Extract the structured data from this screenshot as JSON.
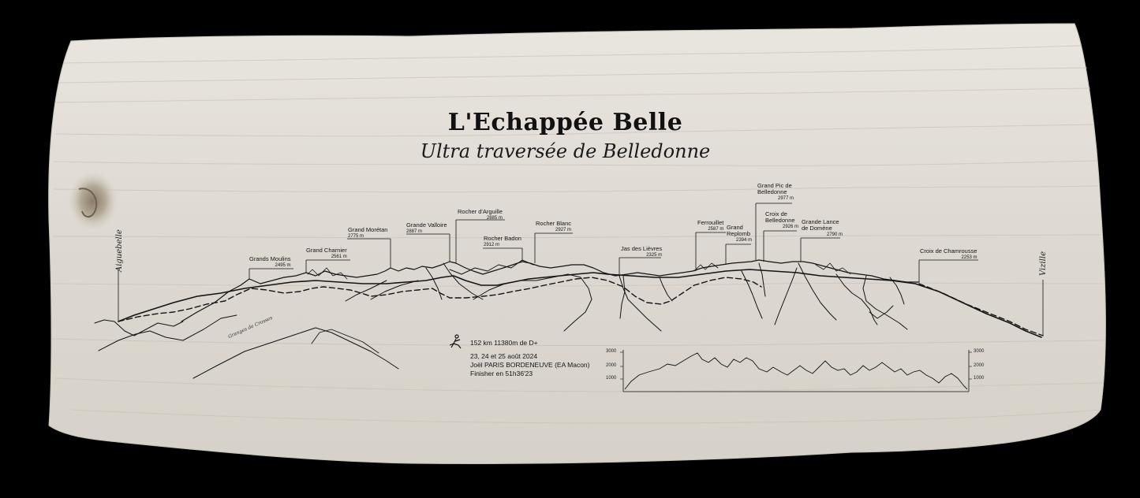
{
  "title": "L'Echappée Belle",
  "subtitle": "Ultra traversée de Belledonne",
  "start_label": "Aiguebelle",
  "finish_label": "Vizille",
  "scribble": "Granges de Crosses",
  "peaks": [
    {
      "name": "Grands Moulins",
      "elevation": "2495 m"
    },
    {
      "name": "Grand Charnier",
      "elevation": "2561 m"
    },
    {
      "name": "Grand Morétan",
      "elevation": "2775 m"
    },
    {
      "name": "Grande Valloire",
      "elevation": "2887 m"
    },
    {
      "name": "Rocher d'Arguille",
      "elevation": "2885 m"
    },
    {
      "name": "Rocher Badon",
      "elevation": "2912 m"
    },
    {
      "name": "Rocher Blanc",
      "elevation": "2927 m"
    },
    {
      "name": "Jas des Lièvres",
      "elevation": "2325 m"
    },
    {
      "name": "Ferrouillet",
      "elevation": "2587 m"
    },
    {
      "name": "Grand Replomb",
      "elevation": "2394 m"
    },
    {
      "name": "Grand Pic de Belledonne",
      "elevation": "2977 m"
    },
    {
      "name": "Croix de Belledonne",
      "elevation": "2926 m"
    },
    {
      "name": "Grande Lance de Domène",
      "elevation": "2790 m"
    },
    {
      "name": "Croix de Chamrousse",
      "elevation": "2253 m"
    }
  ],
  "stats": {
    "distance_elevation": "152 km  11380m de D+",
    "dates": "23, 24 et 25 août 2024",
    "runner": "Joël PARIS BORDENEUVE (EA Macon)",
    "result": "Finisher en 51h36'23"
  },
  "profile_axis": {
    "ticks": [
      "3000",
      "2000",
      "1000"
    ]
  },
  "colors": {
    "wood": "#e2ddd6",
    "ink": "#141414",
    "background": "#000000"
  }
}
